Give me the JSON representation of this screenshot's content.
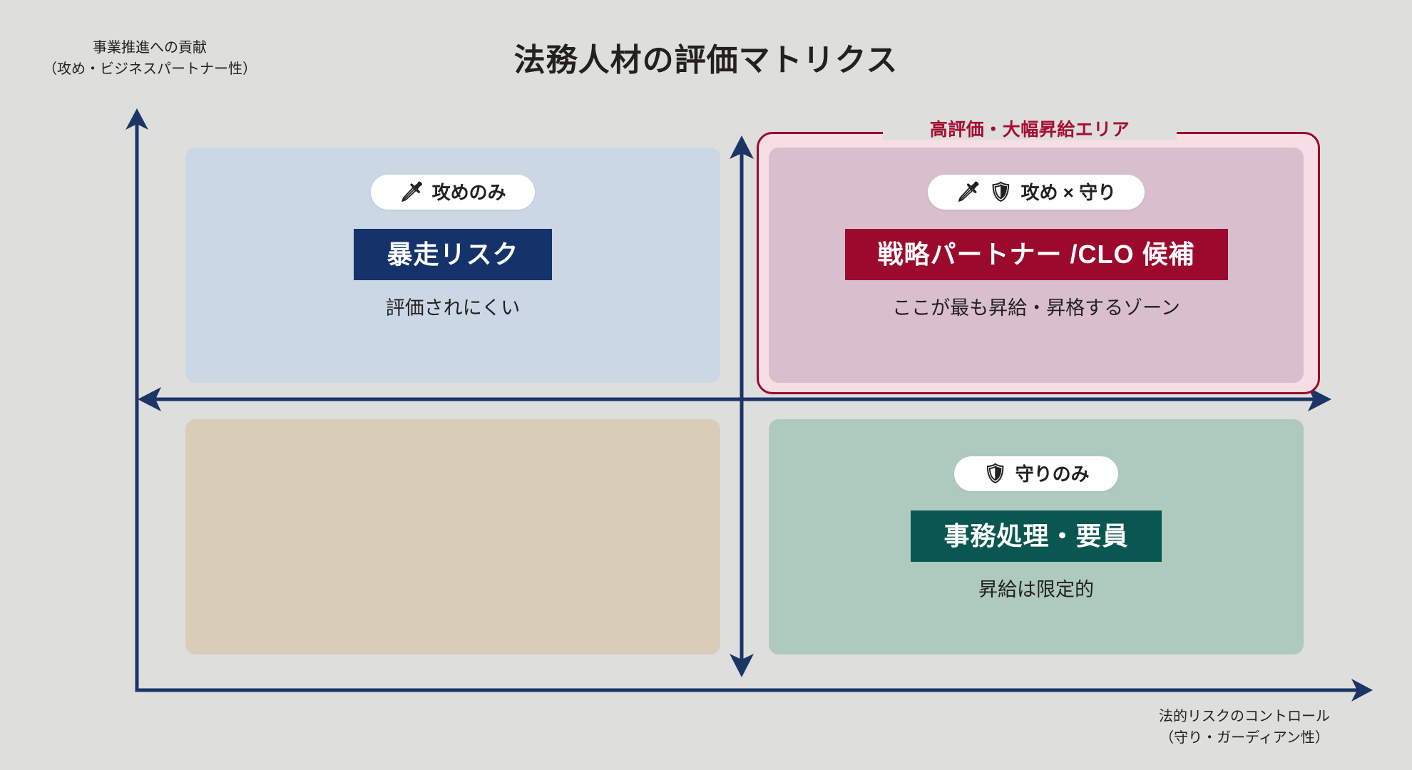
{
  "chart_data": {
    "type": "matrix",
    "title": "法務人材の評価マトリクス",
    "xlabel": "法的リスクのコントロール（守り・ガーディアン性）",
    "ylabel": "事業推進への貢献（攻め・ビジネスパートナー性）",
    "quadrants": [
      {
        "position": "top-left",
        "x": "low",
        "y": "high",
        "tag": "攻めのみ",
        "label": "暴走リスク",
        "caption": "評価されにくい",
        "fill": "#ccd7e6",
        "bar": "#15336b",
        "highlighted": false
      },
      {
        "position": "top-right",
        "x": "high",
        "y": "high",
        "tag": "攻め × 守り",
        "label": "戦略パートナー /CLO 候補",
        "caption": "ここが最も昇給・昇格するゾーン",
        "fill": "#d9bfcd",
        "bar": "#9b0a2c",
        "highlighted": true
      },
      {
        "position": "bottom-left",
        "x": "low",
        "y": "low",
        "tag": "",
        "label": "",
        "caption": "",
        "fill": "#d9cdba",
        "bar": "",
        "highlighted": false
      },
      {
        "position": "bottom-right",
        "x": "high",
        "y": "low",
        "tag": "守りのみ",
        "label": "事務処理・要員",
        "caption": "昇給は限定的",
        "fill": "#aecabf",
        "bar": "#0a5650",
        "highlighted": false
      }
    ],
    "annotations": [
      "高評価・大幅昇給エリア"
    ]
  },
  "title": "法務人材の評価マトリクス",
  "axes": {
    "y": {
      "line1": "事業推進への貢献",
      "line2": "（攻め・ビジネスパートナー性）"
    },
    "x": {
      "line1": "法的リスクのコントロール",
      "line2": "（守り・ガーディアン性）"
    },
    "color": "#1b3566"
  },
  "highlight": {
    "label": "高評価・大幅昇給エリア",
    "border_color": "#9b0a2c",
    "fill": "#f7dde4"
  },
  "quadrants": {
    "top_left": {
      "pill_icon": "dagger-emoji",
      "pill_icon_glyph": "🗡",
      "pill_text": "攻めのみ",
      "bar_text": "暴走リスク",
      "caption": "評価されにくい",
      "fill": "#ccd7e6",
      "bar_color": "#15336b"
    },
    "top_right": {
      "pill_icon": "dagger-emoji",
      "pill_icon_glyph": "🗡",
      "pill_icon2": "shield-emoji",
      "pill_icon2_glyph": "🛡",
      "pill_text": "攻め × 守り",
      "bar_text": "戦略パートナー /CLO 候補",
      "caption": "ここが最も昇給・昇格するゾーン",
      "fill": "#d9bfcd",
      "bar_color": "#9b0a2c"
    },
    "bottom_left": {
      "fill": "#d9cdba"
    },
    "bottom_right": {
      "pill_icon": "shield-emoji",
      "pill_icon_glyph": "🛡",
      "pill_text": "守りのみ",
      "bar_text": "事務処理・要員",
      "caption": "昇給は限定的",
      "fill": "#aecabf",
      "bar_color": "#0a5650"
    }
  },
  "background": "#dededd"
}
